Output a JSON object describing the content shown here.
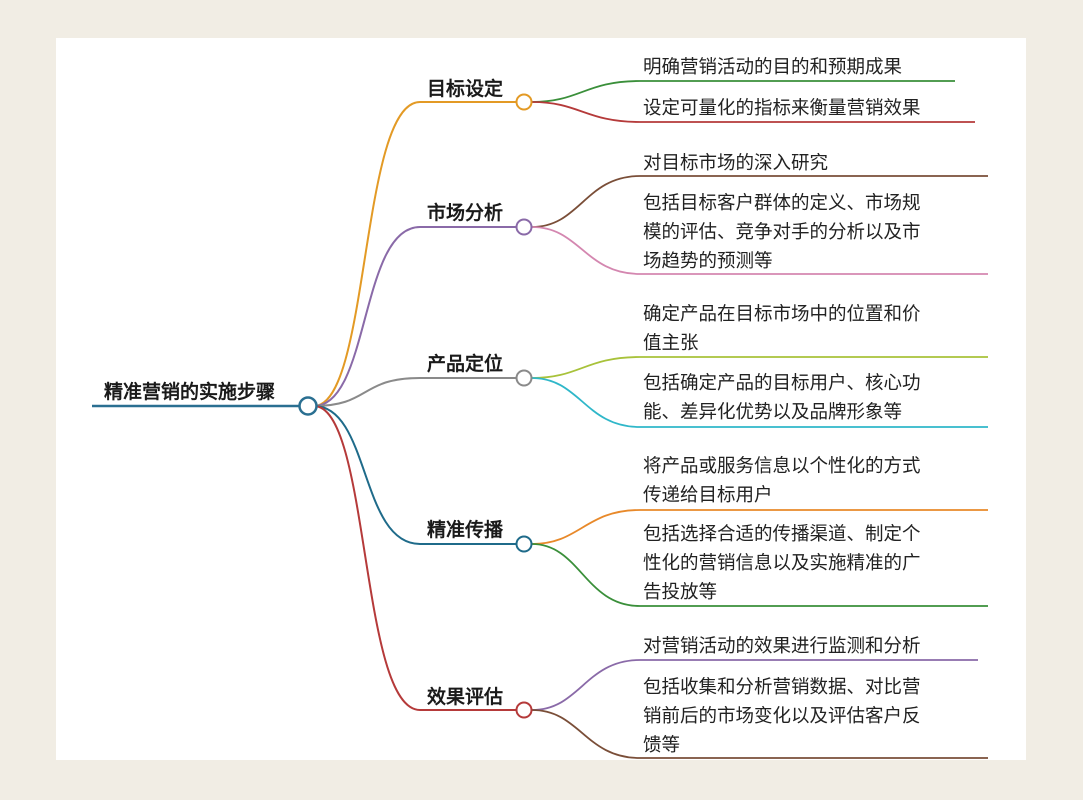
{
  "colors": {
    "background": "#f1ede4",
    "paper": "#ffffff",
    "root": "#2a6f91",
    "branches": [
      "#e39a25",
      "#8a6aa8",
      "#8a8a8a",
      "#1f6b8a",
      "#b53a3a"
    ]
  },
  "mindmap": {
    "root": "精准营销的实施步骤",
    "branches": [
      {
        "label": "目标设定",
        "color": "#e39a25",
        "children": [
          {
            "text": "明确营销活动的目的和预期成果",
            "color": "#3a8f3a"
          },
          {
            "text": "设定可量化的指标来衡量营销效果",
            "color": "#b53a3a"
          }
        ]
      },
      {
        "label": "市场分析",
        "color": "#8a6aa8",
        "children": [
          {
            "text": "对目标市场的深入研究",
            "color": "#7a4e38"
          },
          {
            "text": "包括目标客户群体的定义、市场规\n模的评估、竞争对手的分析以及市\n场趋势的预测等",
            "color": "#d487b0"
          }
        ]
      },
      {
        "label": "产品定位",
        "color": "#8a8a8a",
        "children": [
          {
            "text": "确定产品在目标市场中的位置和价\n值主张",
            "color": "#a8c23a"
          },
          {
            "text": "包括确定产品的目标用户、核心功\n能、差异化优势以及品牌形象等",
            "color": "#2fb7c9"
          }
        ]
      },
      {
        "label": "精准传播",
        "color": "#1f6b8a",
        "children": [
          {
            "text": "将产品或服务信息以个性化的方式\n传递给目标用户",
            "color": "#e8892a"
          },
          {
            "text": "包括选择合适的传播渠道、制定个\n性化的营销信息以及实施精准的广\n告投放等",
            "color": "#3a8f3a"
          }
        ]
      },
      {
        "label": "效果评估",
        "color": "#b53a3a",
        "children": [
          {
            "text": "对营销活动的效果进行监测和分析",
            "color": "#8a6aa8"
          },
          {
            "text": "包括收集和分析营销数据、对比营\n销前后的市场变化以及评估客户反\n馈等",
            "color": "#7a4e38"
          }
        ]
      }
    ]
  }
}
